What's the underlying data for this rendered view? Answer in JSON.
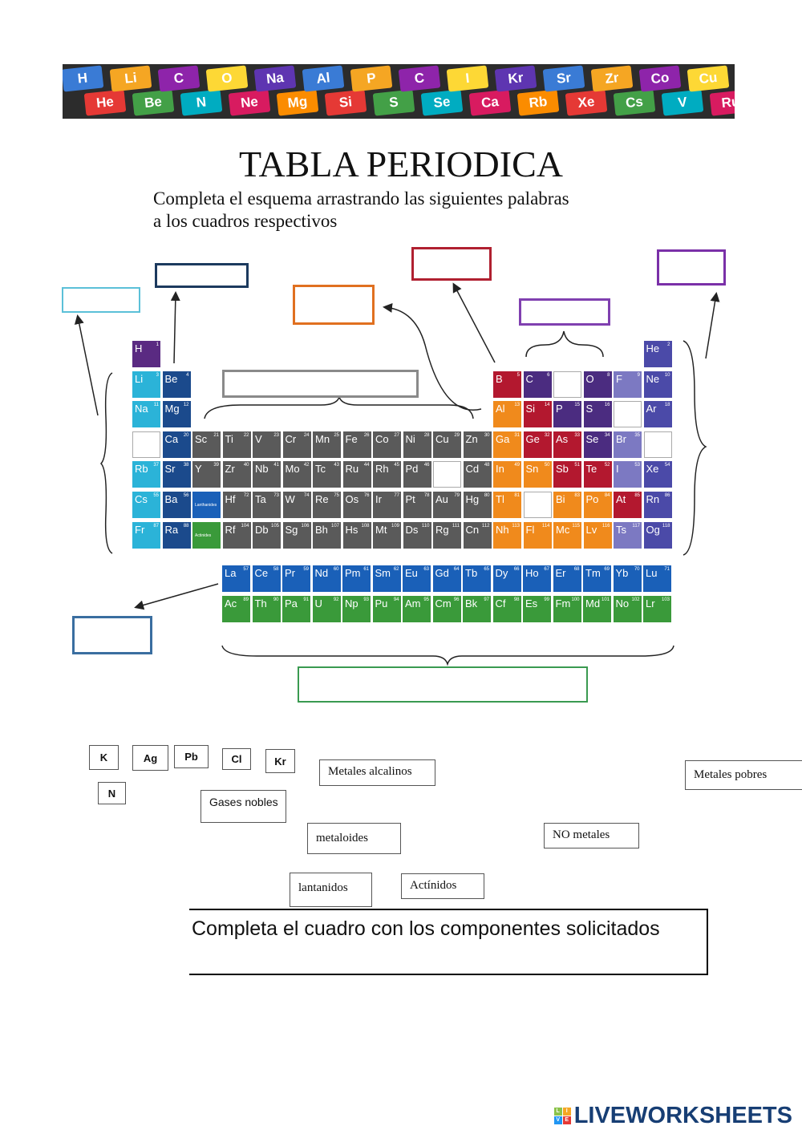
{
  "banner": {
    "tiles": [
      "H",
      "He",
      "Li",
      "Be",
      "C",
      "N",
      "O",
      "Ne",
      "Na",
      "Mg",
      "Al",
      "Si",
      "P",
      "S",
      "C",
      "Se",
      "I",
      "Ca",
      "Kr",
      "Rb",
      "Sr",
      "Xe",
      "Zr",
      "Cs",
      "Co",
      "V",
      "Cu",
      "Ru"
    ]
  },
  "title": "TABLA PERIODICA",
  "instructions": [
    "Completa el esquema arrastrando las siguientes palabras",
    "a los cuadros respectivos"
  ],
  "colors": {
    "h": "#5a2a82",
    "alk": "#2bb3d8",
    "ae": "#1b4a8c",
    "t": "#5a5a5a",
    "poor": "#f08a1c",
    "metalloid": "#b3182f",
    "nonmetal": "#4b2c80",
    "halogen": "#7c79c2",
    "noble": "#4b4aa8",
    "lan": "#1a60b8",
    "act": "#3a9a3a"
  },
  "table": {
    "rows": [
      [
        [
          1,
          "H",
          1,
          "h"
        ],
        [
          18,
          "He",
          2,
          "noble"
        ]
      ],
      [
        [
          1,
          "Li",
          3,
          "alk"
        ],
        [
          2,
          "Be",
          4,
          "ae"
        ],
        [
          13,
          "B",
          5,
          "metalloid"
        ],
        [
          14,
          "C",
          6,
          "nonmetal"
        ],
        [
          15,
          "",
          null,
          "blank"
        ],
        [
          16,
          "O",
          8,
          "nonmetal"
        ],
        [
          17,
          "F",
          9,
          "halogen"
        ],
        [
          18,
          "Ne",
          10,
          "noble"
        ]
      ],
      [
        [
          1,
          "Na",
          11,
          "alk"
        ],
        [
          2,
          "Mg",
          12,
          "ae"
        ],
        [
          13,
          "Al",
          13,
          "poor"
        ],
        [
          14,
          "Si",
          14,
          "metalloid"
        ],
        [
          15,
          "P",
          15,
          "nonmetal"
        ],
        [
          16,
          "S",
          16,
          "nonmetal"
        ],
        [
          17,
          "",
          null,
          "blank"
        ],
        [
          18,
          "Ar",
          18,
          "noble"
        ]
      ],
      [
        [
          1,
          "",
          null,
          "blank"
        ],
        [
          2,
          "Ca",
          20,
          "ae"
        ],
        [
          3,
          "Sc",
          21,
          "t"
        ],
        [
          4,
          "Ti",
          22,
          "t"
        ],
        [
          5,
          "V",
          23,
          "t"
        ],
        [
          6,
          "Cr",
          24,
          "t"
        ],
        [
          7,
          "Mn",
          25,
          "t"
        ],
        [
          8,
          "Fe",
          26,
          "t"
        ],
        [
          9,
          "Co",
          27,
          "t"
        ],
        [
          10,
          "Ni",
          28,
          "t"
        ],
        [
          11,
          "Cu",
          29,
          "t"
        ],
        [
          12,
          "Zn",
          30,
          "t"
        ],
        [
          13,
          "Ga",
          31,
          "poor"
        ],
        [
          14,
          "Ge",
          32,
          "metalloid"
        ],
        [
          15,
          "As",
          33,
          "metalloid"
        ],
        [
          16,
          "Se",
          34,
          "nonmetal"
        ],
        [
          17,
          "Br",
          35,
          "halogen"
        ],
        [
          18,
          "",
          null,
          "blank"
        ]
      ],
      [
        [
          1,
          "Rb",
          37,
          "alk"
        ],
        [
          2,
          "Sr",
          38,
          "ae"
        ],
        [
          3,
          "Y",
          39,
          "t"
        ],
        [
          4,
          "Zr",
          40,
          "t"
        ],
        [
          5,
          "Nb",
          41,
          "t"
        ],
        [
          6,
          "Mo",
          42,
          "t"
        ],
        [
          7,
          "Tc",
          43,
          "t"
        ],
        [
          8,
          "Ru",
          44,
          "t"
        ],
        [
          9,
          "Rh",
          45,
          "t"
        ],
        [
          10,
          "Pd",
          46,
          "t"
        ],
        [
          11,
          "",
          null,
          "blank"
        ],
        [
          12,
          "Cd",
          48,
          "t"
        ],
        [
          13,
          "In",
          49,
          "poor"
        ],
        [
          14,
          "Sn",
          50,
          "poor"
        ],
        [
          15,
          "Sb",
          51,
          "metalloid"
        ],
        [
          16,
          "Te",
          52,
          "metalloid"
        ],
        [
          17,
          "I",
          53,
          "halogen"
        ],
        [
          18,
          "Xe",
          54,
          "noble"
        ]
      ],
      [
        [
          1,
          "Cs",
          55,
          "alk"
        ],
        [
          2,
          "Ba",
          56,
          "ae"
        ],
        [
          3,
          "",
          null,
          "lan",
          "Lanthanides"
        ],
        [
          4,
          "Hf",
          72,
          "t"
        ],
        [
          5,
          "Ta",
          73,
          "t"
        ],
        [
          6,
          "W",
          74,
          "t"
        ],
        [
          7,
          "Re",
          75,
          "t"
        ],
        [
          8,
          "Os",
          76,
          "t"
        ],
        [
          9,
          "Ir",
          77,
          "t"
        ],
        [
          10,
          "Pt",
          78,
          "t"
        ],
        [
          11,
          "Au",
          79,
          "t"
        ],
        [
          12,
          "Hg",
          80,
          "t"
        ],
        [
          13,
          "Tl",
          81,
          "poor"
        ],
        [
          14,
          "",
          null,
          "blank"
        ],
        [
          15,
          "Bi",
          83,
          "poor"
        ],
        [
          16,
          "Po",
          84,
          "poor"
        ],
        [
          17,
          "At",
          85,
          "metalloid"
        ],
        [
          18,
          "Rn",
          86,
          "noble"
        ]
      ],
      [
        [
          1,
          "Fr",
          87,
          "alk"
        ],
        [
          2,
          "Ra",
          88,
          "ae"
        ],
        [
          3,
          "",
          null,
          "act",
          "Actinides"
        ],
        [
          4,
          "Rf",
          104,
          "t"
        ],
        [
          5,
          "Db",
          105,
          "t"
        ],
        [
          6,
          "Sg",
          106,
          "t"
        ],
        [
          7,
          "Bh",
          107,
          "t"
        ],
        [
          8,
          "Hs",
          108,
          "t"
        ],
        [
          9,
          "Mt",
          109,
          "t"
        ],
        [
          10,
          "Ds",
          110,
          "t"
        ],
        [
          11,
          "Rg",
          111,
          "t"
        ],
        [
          12,
          "Cn",
          112,
          "t"
        ],
        [
          13,
          "Nh",
          113,
          "poor"
        ],
        [
          14,
          "Fl",
          114,
          "poor"
        ],
        [
          15,
          "Mc",
          115,
          "poor"
        ],
        [
          16,
          "Lv",
          116,
          "poor"
        ],
        [
          17,
          "Ts",
          117,
          "halogen"
        ],
        [
          18,
          "Og",
          118,
          "noble"
        ]
      ]
    ],
    "lanthanides": [
      [
        "La",
        57
      ],
      [
        "Ce",
        58
      ],
      [
        "Pr",
        59
      ],
      [
        "Nd",
        60
      ],
      [
        "Pm",
        61
      ],
      [
        "Sm",
        62
      ],
      [
        "Eu",
        63
      ],
      [
        "Gd",
        64
      ],
      [
        "Tb",
        65
      ],
      [
        "Dy",
        66
      ],
      [
        "Ho",
        67
      ],
      [
        "Er",
        68
      ],
      [
        "Tm",
        69
      ],
      [
        "Yb",
        70
      ],
      [
        "Lu",
        71
      ]
    ],
    "actinides": [
      [
        "Ac",
        89
      ],
      [
        "Th",
        90
      ],
      [
        "Pa",
        91
      ],
      [
        "U",
        92
      ],
      [
        "Np",
        93
      ],
      [
        "Pu",
        94
      ],
      [
        "Am",
        95
      ],
      [
        "Cm",
        96
      ],
      [
        "Bk",
        97
      ],
      [
        "Cf",
        98
      ],
      [
        "Es",
        99
      ],
      [
        "Fm",
        100
      ],
      [
        "Md",
        101
      ],
      [
        "No",
        102
      ],
      [
        "Lr",
        103
      ]
    ]
  },
  "tiles": {
    "k": "K",
    "ag": "Ag",
    "pb": "Pb",
    "cl": "Cl",
    "kr": "Kr",
    "n": "N",
    "gases_nobles": "Gases nobles",
    "metales_alcalinos": "Metales alcalinos",
    "metales_pobres": "Metales pobres",
    "metaloides": "metaloides",
    "no_metales": "NO metales",
    "lantanidos": "lantanidos",
    "actinidos": "Actínidos"
  },
  "task": "Completa el cuadro con los componentes solicitados",
  "logo": {
    "text": "LIVEWORKSHEETS",
    "letters": [
      "L",
      "I",
      "V",
      "E"
    ]
  }
}
